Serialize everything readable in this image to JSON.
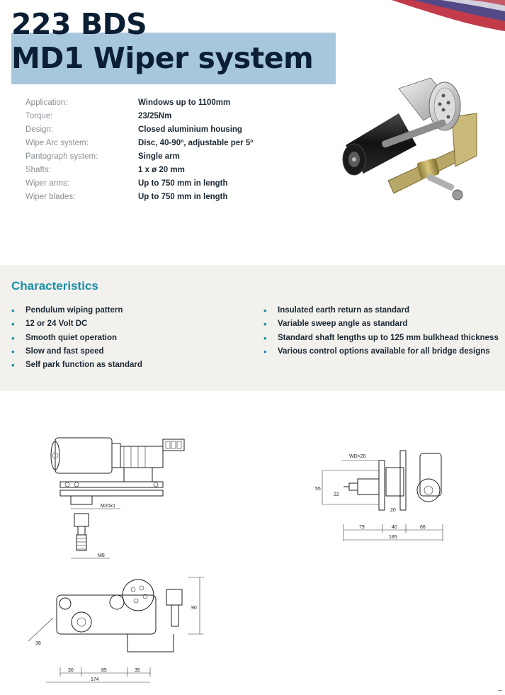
{
  "header": {
    "title_line1": "223 BDS",
    "title_line2": "MD1 Wiper system"
  },
  "specs": [
    {
      "label": "Application:",
      "value": "Windows up to 1100mm"
    },
    {
      "label": "Torque:",
      "value": "23/25Nm"
    },
    {
      "label": "Design:",
      "value": "Closed aluminium housing"
    },
    {
      "label": "Wipe Arc system:",
      "value": "Disc, 40-90º, adjustable per 5º"
    },
    {
      "label": "Pantograph system:",
      "value": "Single arm"
    },
    {
      "label": "Shafts:",
      "value": "1 x ø 20 mm"
    },
    {
      "label": "Wiper arms:",
      "value": "Up to 750 mm in length"
    },
    {
      "label": "Wiper blades:",
      "value": "Up to 750 mm in length"
    }
  ],
  "characteristics": {
    "title": "Characteristics",
    "left": [
      "Pendulum wiping pattern",
      "12 or 24 Volt DC",
      "Smooth quiet operation",
      "Slow and fast speed",
      "Self park function as standard"
    ],
    "right": [
      "Insulated earth return as standard",
      "Variable sweep angle as standard",
      "Standard shaft lengths up to 125 mm bulkhead thickness",
      "Various control options available for all bridge designs"
    ]
  },
  "drawings": {
    "front": {
      "d1": "M20x1",
      "d2": "M8"
    },
    "side": {
      "d1": "WD<20",
      "d2": "55",
      "d3": "22",
      "d4": "20",
      "d5": "79",
      "d6": "40",
      "d7": "66",
      "d8": "185"
    },
    "top": {
      "d1": "90",
      "d2": "38",
      "d3": "30",
      "d4": "85",
      "d5": "35",
      "d6": "174"
    }
  }
}
